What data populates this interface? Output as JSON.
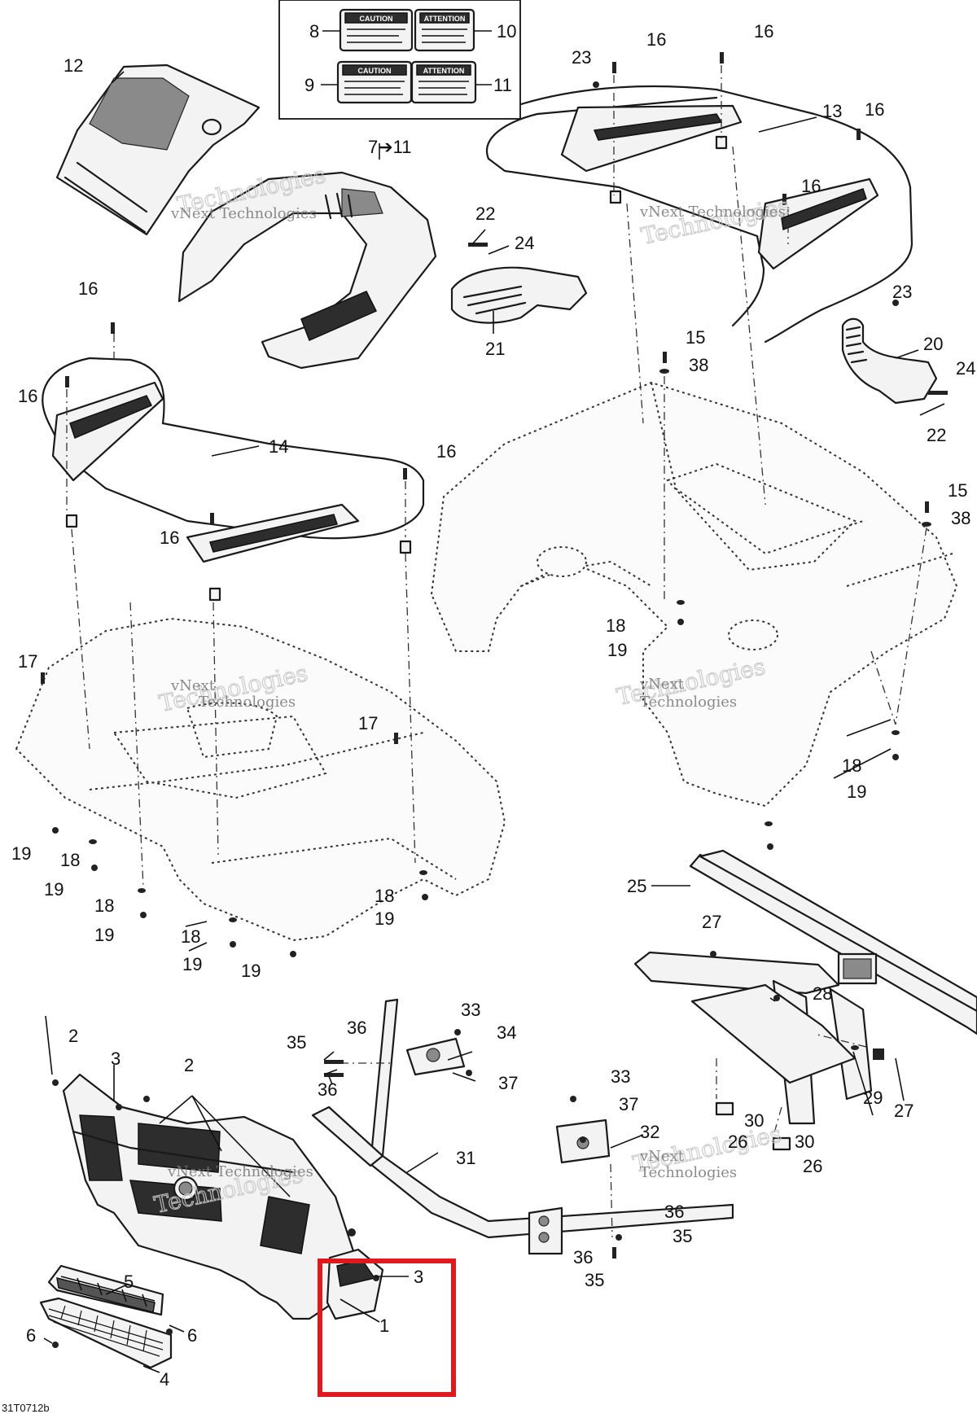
{
  "diagram": {
    "reference_code": "31T0712b",
    "watermark_line1": "vNext",
    "watermark_line2": "Technologies",
    "watermark_inline": "vNext Technologies",
    "decal_panel_range_label": "7➔11",
    "decals": {
      "decal_8_title": "CAUTION",
      "decal_9_title": "CAUTION",
      "decal_10_title": "ATTENTION",
      "decal_11_title": "ATTENTION"
    },
    "highlight_color": "#e0191f",
    "callouts": {
      "c1": "1",
      "c2a": "2",
      "c2b": "2",
      "c3a": "3",
      "c3b": "3",
      "c4": "4",
      "c5": "5",
      "c6a": "6",
      "c6b": "6",
      "c8": "8",
      "c9": "9",
      "c10": "10",
      "c11": "11",
      "c12": "12",
      "c13": "13",
      "c14": "14",
      "c15a": "15",
      "c15b": "15",
      "c16a": "16",
      "c16b": "16",
      "c16c": "16",
      "c16d": "16",
      "c16e": "16",
      "c16f": "16",
      "c16g": "16",
      "c16h": "16",
      "c17a": "17",
      "c17b": "17",
      "c18a": "18",
      "c18b": "18",
      "c18c": "18",
      "c18d": "18",
      "c18e": "18",
      "c18f": "18",
      "c19a": "19",
      "c19b": "19",
      "c19c": "19",
      "c19d": "19",
      "c19e": "19",
      "c19f": "19",
      "c19g": "19",
      "c19h": "19",
      "c20": "20",
      "c21": "21",
      "c22a": "22",
      "c22b": "22",
      "c23a": "23",
      "c23b": "23",
      "c24a": "24",
      "c24b": "24",
      "c25": "25",
      "c26a": "26",
      "c26b": "26",
      "c27a": "27",
      "c27b": "27",
      "c28": "28",
      "c29": "29",
      "c30a": "30",
      "c30b": "30",
      "c31": "31",
      "c32": "32",
      "c33a": "33",
      "c33b": "33",
      "c34": "34",
      "c35a": "35",
      "c35b": "35",
      "c35c": "35",
      "c36a": "36",
      "c36b": "36",
      "c36c": "36",
      "c36d": "36",
      "c37a": "37",
      "c37b": "37",
      "c38a": "38",
      "c38b": "38"
    }
  }
}
